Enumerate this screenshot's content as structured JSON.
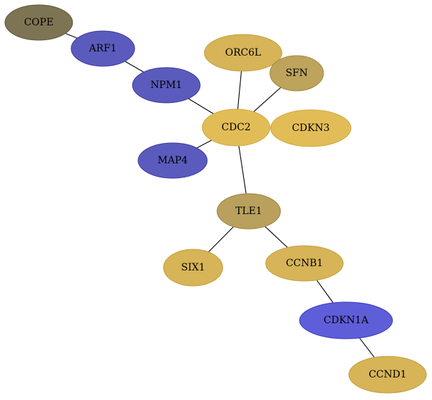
{
  "graph": {
    "nodes": [
      {
        "id": "COPE",
        "label": "COPE",
        "color": "#7d7453",
        "stroke": "#5e5637"
      },
      {
        "id": "ARF1",
        "label": "ARF1",
        "color": "#5b5bbd",
        "stroke": "#3a3aa0"
      },
      {
        "id": "NPM1",
        "label": "NPM1",
        "color": "#5b5bbd",
        "stroke": "#3a3aa0"
      },
      {
        "id": "ORC6L",
        "label": "ORC6L",
        "color": "#d6b457",
        "stroke": "#c49f3a"
      },
      {
        "id": "SFN",
        "label": "SFN",
        "color": "#bda35c",
        "stroke": "#a38a40"
      },
      {
        "id": "CDC2",
        "label": "CDC2",
        "color": "#e2bd57",
        "stroke": "#d0a83c"
      },
      {
        "id": "CDKN3",
        "label": "CDKN3",
        "color": "#e2bd57",
        "stroke": "#d0a83c"
      },
      {
        "id": "MAP4",
        "label": "MAP4",
        "color": "#5b5bbd",
        "stroke": "#3a3aa0"
      },
      {
        "id": "TLE1",
        "label": "TLE1",
        "color": "#b9a05d",
        "stroke": "#9e8640"
      },
      {
        "id": "SIX1",
        "label": "SIX1",
        "color": "#d6b457",
        "stroke": "#c49f3a"
      },
      {
        "id": "CCNB1",
        "label": "CCNB1",
        "color": "#d6b457",
        "stroke": "#c49f3a"
      },
      {
        "id": "CDKN1A",
        "label": "CDKN1A",
        "color": "#5e5ed9",
        "stroke": "#3c3cc4"
      },
      {
        "id": "CCND1",
        "label": "CCND1",
        "color": "#d6b457",
        "stroke": "#c49f3a"
      }
    ],
    "edges": [
      [
        "COPE",
        "ARF1"
      ],
      [
        "ARF1",
        "NPM1"
      ],
      [
        "NPM1",
        "CDC2"
      ],
      [
        "ORC6L",
        "CDC2"
      ],
      [
        "SFN",
        "CDC2"
      ],
      [
        "MAP4",
        "CDC2"
      ],
      [
        "CDC2",
        "TLE1"
      ],
      [
        "TLE1",
        "SIX1"
      ],
      [
        "TLE1",
        "CCNB1"
      ],
      [
        "CCNB1",
        "CDKN1A"
      ],
      [
        "CDKN1A",
        "CCND1"
      ]
    ]
  }
}
